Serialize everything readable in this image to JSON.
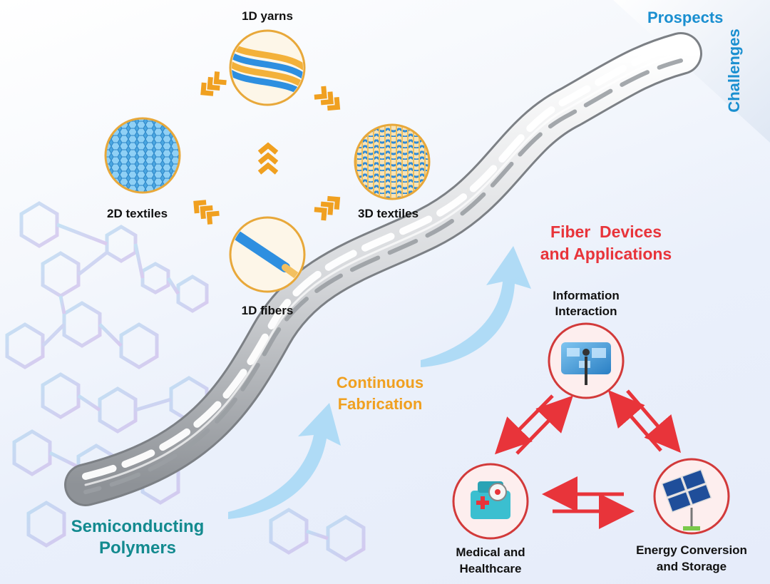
{
  "labels": {
    "yarns_1d": "1D yarns",
    "textiles_2d": "2D textiles",
    "textiles_3d": "3D textiles",
    "fibers_1d": "1D fibers",
    "prospects": "Prospects",
    "challenges": "Challenges",
    "fiber_devices_line1": "Fiber  Devices",
    "fiber_devices_line2": "and Applications",
    "continuous_line1": "Continuous",
    "continuous_line2": "Fabrication",
    "semiconducting_line1": "Semiconducting",
    "semiconducting_line2": "Polymers",
    "info_line1": "Information",
    "info_line2": "Interaction",
    "medical_line1": "Medical and",
    "medical_line2": "Healthcare",
    "energy_line1": "Energy Conversion",
    "energy_line2": "and Storage"
  },
  "colors": {
    "orange": "#f0a020",
    "red": "#e8343a",
    "teal": "#138a8f",
    "blue": "#1a8fd0",
    "light_blue_arrow": "#a9d8f5",
    "molecule_blue": "#9fd0ee",
    "molecule_purple": "#c6a8e6"
  },
  "icons": [
    "yarn-circle",
    "fabric-2d-circle",
    "fabric-3d-circle",
    "fiber-circle",
    "twisted-fiber-rope",
    "screen-interaction-icon",
    "medical-kit-icon",
    "solar-panel-icon"
  ]
}
